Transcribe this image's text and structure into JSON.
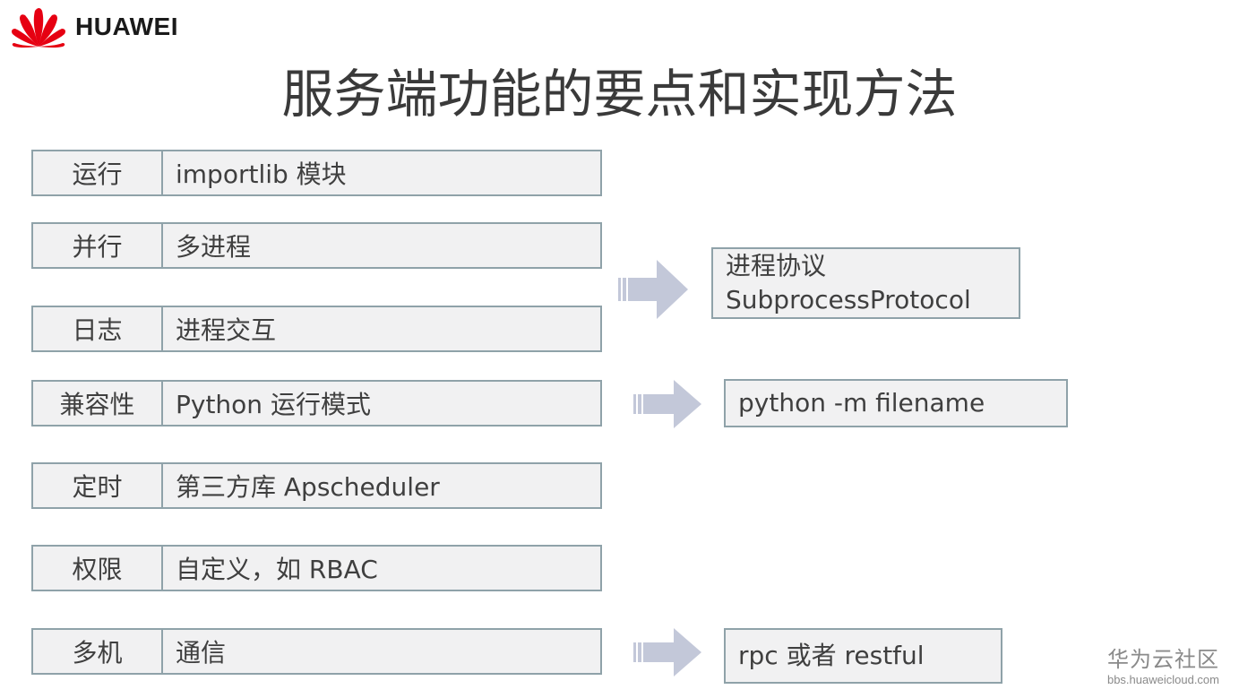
{
  "header": {
    "brand": "HUAWEI"
  },
  "slide": {
    "title": "服务端功能的要点和实现方法"
  },
  "rows": [
    {
      "key": "运行",
      "value": "importlib 模块"
    },
    {
      "key": "并行",
      "value": "多进程"
    },
    {
      "key": "日志",
      "value": "进程交互"
    },
    {
      "key": "兼容性",
      "value": "Python 运行模式"
    },
    {
      "key": "定时",
      "value": "第三方库 Apscheduler"
    },
    {
      "key": "权限",
      "value": "自定义，如 RBAC"
    },
    {
      "key": "多机",
      "value": "通信"
    }
  ],
  "results": [
    {
      "line1": "进程协议",
      "line2": "SubprocessProtocol"
    },
    {
      "line1": "python -m filename"
    },
    {
      "line1": "rpc 或者 restful"
    }
  ],
  "watermark": {
    "main": "华为云社区",
    "sub": "bbs.huaweicloud.com"
  },
  "colors": {
    "box_fill": "#f1f1f2",
    "box_border": "#8fa2a9",
    "arrow": "#c3c8d9",
    "logo_red": "#e60012"
  }
}
